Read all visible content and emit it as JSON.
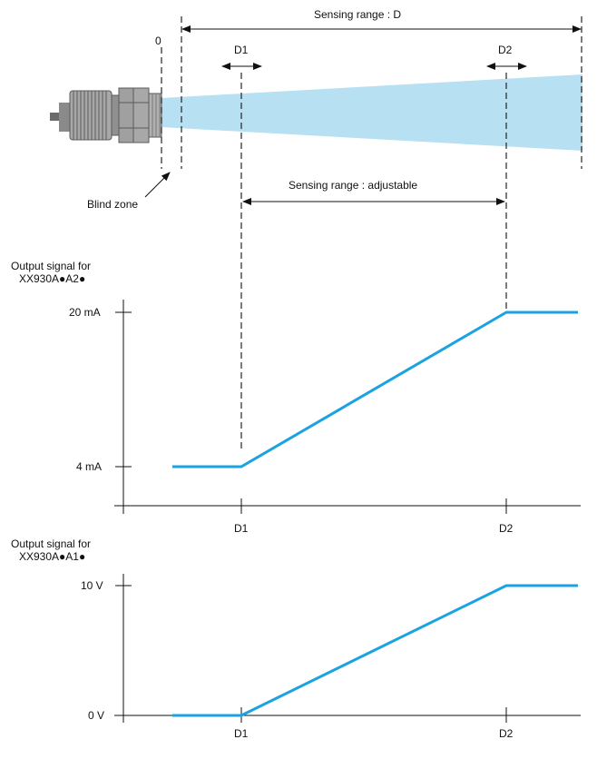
{
  "colors": {
    "beam": "#b7e0f2",
    "signal": "#1aa3e0",
    "ink": "#111111",
    "sensor_body": "#9c9c9c",
    "sensor_dark": "#6a6a6a"
  },
  "labels": {
    "zero": "0",
    "d1": "D1",
    "d2": "D2",
    "sensing_range_d": "Sensing range : D",
    "sensing_range_adjustable": "Sensing range : adjustable",
    "blind_zone": "Blind zone"
  },
  "graph_current": {
    "title_line1": "Output signal for",
    "title_line2": "XX930A●A2●",
    "y_high": "20 mA",
    "y_low": "4 mA",
    "x_d1": "D1",
    "x_d2": "D2"
  },
  "graph_voltage": {
    "title_line1": "Output signal for",
    "title_line2": "XX930A●A1●",
    "y_high": "10 V",
    "y_low": "0 V",
    "x_d1": "D1",
    "x_d2": "D2"
  }
}
